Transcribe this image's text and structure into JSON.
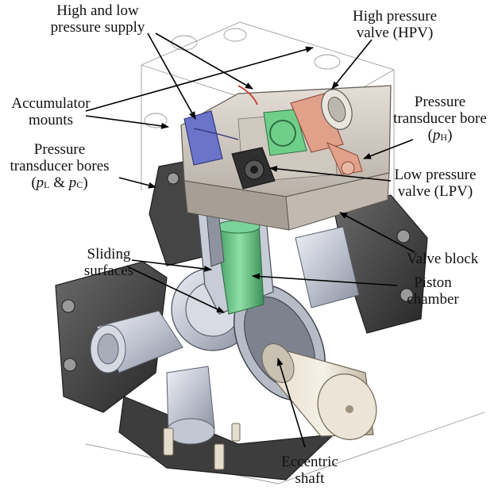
{
  "labels": {
    "supply": {
      "line1": "High and low",
      "line2": "pressure supply"
    },
    "hpv": {
      "line1": "High pressure",
      "line2": "valve (HPV)"
    },
    "accumulator": {
      "line1": "Accumulator",
      "line2": "mounts"
    },
    "transducer_h": {
      "line1": "Pressure",
      "line2": "transducer bore",
      "open": "(",
      "symbol": "p",
      "subscript": "H",
      "close": ")"
    },
    "transducer_lc": {
      "line1": "Pressure",
      "line2": "transducer bores",
      "open": "(",
      "sym1": "p",
      "sub1": "L",
      "amp": " & ",
      "sym2": "p",
      "sub2": "C",
      "close": ")"
    },
    "lpv": {
      "line1": "Low pressure",
      "line2": "valve (LPV)"
    },
    "valve_block": {
      "line1": "Valve block"
    },
    "sliding": {
      "line1": "Sliding",
      "line2": "surfaces"
    },
    "piston": {
      "line1": "Piston",
      "line2": "chamber"
    },
    "shaft": {
      "line1": "Eccentric",
      "line2": "shaft"
    }
  },
  "colors": {
    "text": "#111111",
    "housing_dark": "#3a3a3a",
    "housing_mid": "#6b6b6b",
    "metal_light": "#c9ccd6",
    "piston_green": "#5fbf7a",
    "valve_copper": "#e0a08a",
    "valve_blue": "#6a74c8",
    "block_beige": "#d9d3cc"
  }
}
